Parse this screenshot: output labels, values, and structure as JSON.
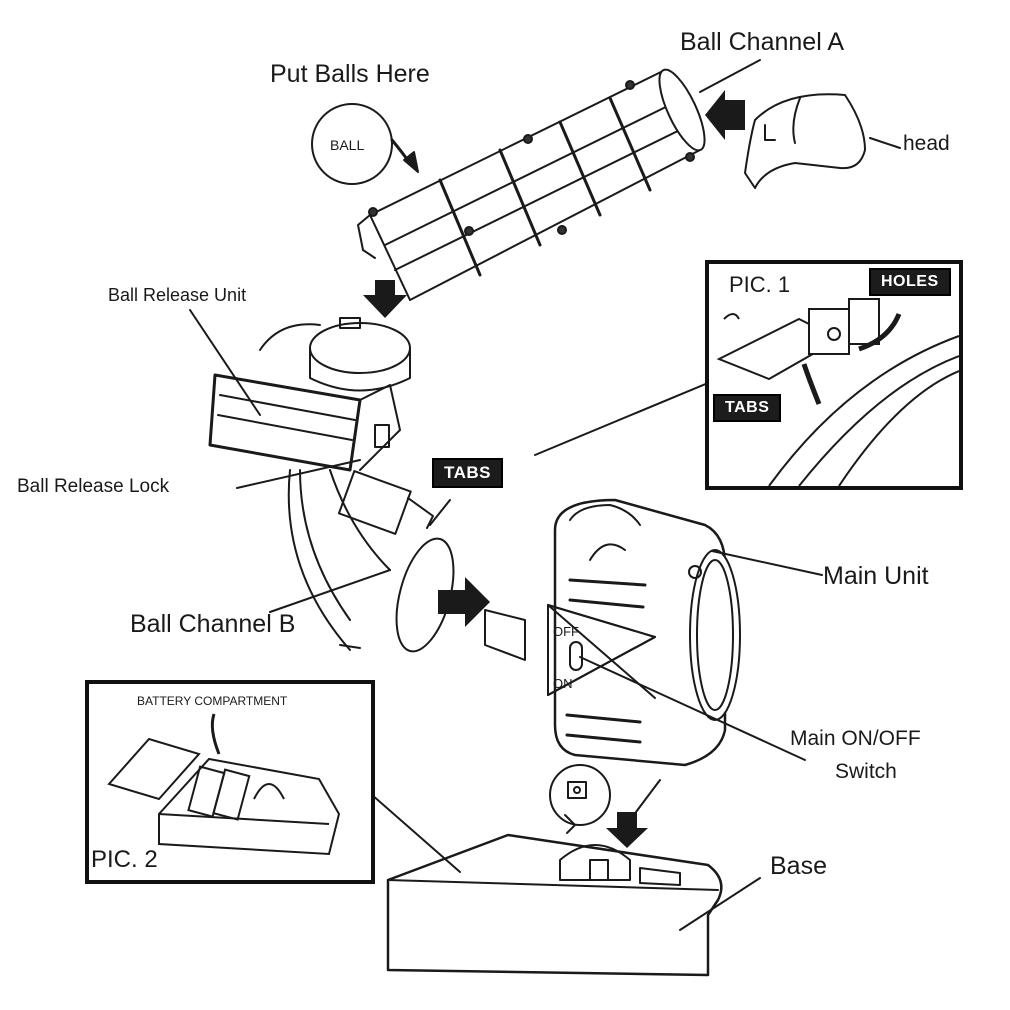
{
  "diagram": {
    "title": "Ball launcher assembly diagram",
    "labels": {
      "ball_channel_a": "Ball Channel A",
      "put_balls_here": "Put Balls Here",
      "ball": "BALL",
      "head": "head",
      "ball_release_unit": "Ball Release Unit",
      "ball_release_lock": "Ball Release Lock",
      "tabs_main": "TABS",
      "ball_channel_b": "Ball Channel B",
      "main_unit": "Main Unit",
      "main_switch_line1": "Main ON/OFF",
      "main_switch_line2": "Switch",
      "switch_off": "OFF",
      "switch_on": "ON",
      "base": "Base"
    },
    "pic1": {
      "title": "PIC. 1",
      "holes": "HOLES",
      "tabs": "TABS"
    },
    "pic2": {
      "title": "PIC. 2",
      "caption": "BATTERY COMPARTMENT"
    },
    "colors": {
      "ink": "#1a1a1a",
      "tag_bg": "#1c1c1c",
      "tag_text": "#ffffff",
      "background": "#ffffff"
    }
  }
}
